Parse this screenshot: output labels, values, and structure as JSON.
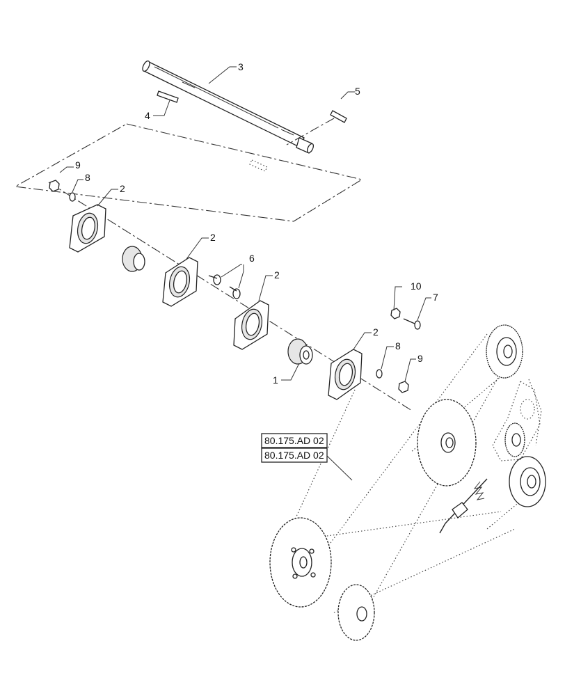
{
  "callouts": {
    "c1": "1",
    "c2a": "2",
    "c2b": "2",
    "c2c": "2",
    "c2d": "2",
    "c3": "3",
    "c4": "4",
    "c5": "5",
    "c6": "6",
    "c7": "7",
    "c8a": "8",
    "c8b": "8",
    "c9a": "9",
    "c9b": "9",
    "c10": "10"
  },
  "references": {
    "ref1": "80.175.AD 02",
    "ref2": "80.175.AD 02"
  }
}
